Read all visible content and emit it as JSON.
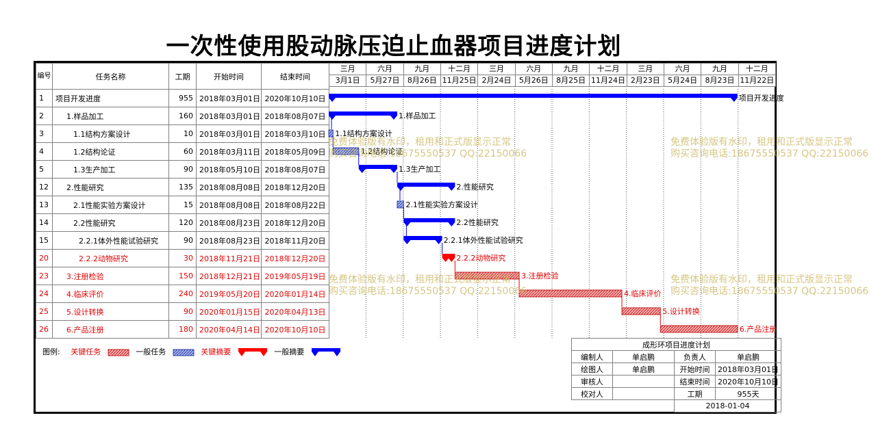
{
  "title": "一次性使用股动脉压迫止血器项目进度计划",
  "columns": [
    "编号",
    "任务名称",
    "工期",
    "开始时间",
    "结束时间"
  ],
  "tasks": [
    {
      "id": "1",
      "name": "项目开发进度",
      "duration": "955",
      "start": "2018年03月01日",
      "end": "2020年10月10日",
      "level": 0,
      "kind": "summary",
      "critical": false
    },
    {
      "id": "2",
      "name": "1.样品加工",
      "duration": "160",
      "start": "2018年03月01日",
      "end": "2018年08月07日",
      "level": 1,
      "kind": "summary",
      "critical": false
    },
    {
      "id": "3",
      "name": "1.1结构方案设计",
      "duration": "10",
      "start": "2018年03月01日",
      "end": "2018年03月10日",
      "level": 2,
      "kind": "task",
      "critical": false
    },
    {
      "id": "4",
      "name": "1.2结构论证",
      "duration": "60",
      "start": "2018年03月11日",
      "end": "2018年05月09日",
      "level": 2,
      "kind": "task",
      "critical": false
    },
    {
      "id": "5",
      "name": "1.3生产加工",
      "duration": "90",
      "start": "2018年05月10日",
      "end": "2018年08月07日",
      "level": 2,
      "kind": "summary",
      "critical": false
    },
    {
      "id": "12",
      "name": "2.性能研究",
      "duration": "135",
      "start": "2018年08月08日",
      "end": "2018年12月20日",
      "level": 1,
      "kind": "summary",
      "critical": false
    },
    {
      "id": "13",
      "name": "2.1性能实验方案设计",
      "duration": "15",
      "start": "2018年08月08日",
      "end": "2018年08月22日",
      "level": 2,
      "kind": "task",
      "critical": false
    },
    {
      "id": "14",
      "name": "2.2性能研究",
      "duration": "120",
      "start": "2018年08月23日",
      "end": "2018年12月20日",
      "level": 2,
      "kind": "summary",
      "critical": false
    },
    {
      "id": "15",
      "name": "2.2.1体外性能试验研究",
      "duration": "90",
      "start": "2018年08月23日",
      "end": "2018年11月20日",
      "level": 3,
      "kind": "summary",
      "critical": false
    },
    {
      "id": "20",
      "name": "2.2.2动物研究",
      "duration": "30",
      "start": "2018年11月21日",
      "end": "2018年12月20日",
      "level": 3,
      "kind": "summary",
      "critical": true
    },
    {
      "id": "23",
      "name": "3.注册检验",
      "duration": "150",
      "start": "2018年12月21日",
      "end": "2019年05月19日",
      "level": 1,
      "kind": "task",
      "critical": true
    },
    {
      "id": "24",
      "name": "4.临床评价",
      "duration": "240",
      "start": "2019年05月20日",
      "end": "2020年01月14日",
      "level": 1,
      "kind": "task",
      "critical": true
    },
    {
      "id": "25",
      "name": "5.设计转换",
      "duration": "90",
      "start": "2020年01月15日",
      "end": "2020年04月13日",
      "level": 1,
      "kind": "task",
      "critical": true
    },
    {
      "id": "26",
      "name": "6.产品注册",
      "duration": "180",
      "start": "2020年04月14日",
      "end": "2020年10月10日",
      "level": 1,
      "kind": "task",
      "critical": true
    }
  ],
  "timeline": {
    "months": [
      "三月",
      "六月",
      "九月",
      "十二月",
      "三月",
      "六月",
      "九月",
      "十二月",
      "三月",
      "六月",
      "九月",
      "十二月"
    ],
    "dates": [
      "3月1日",
      "5月27日",
      "8月26日",
      "11月25日",
      "2月24日",
      "5月26日",
      "8月25日",
      "11月24日",
      "2月23日",
      "5月24日",
      "8月23日",
      "11月22日"
    ]
  },
  "chart_data": {
    "type": "gantt",
    "title": "一次性使用股动脉压迫止血器项目进度计划",
    "bar_labels": [
      "项目开发进度",
      "1.样品加工",
      "1.1结构方案设计",
      "1.2结构论证",
      "1.3生产加工",
      "2.性能研究",
      "2.1性能实验方案设计",
      "2.2性能研究",
      "2.2.1体外性能试验研究",
      "2.2.2动物研究",
      "3.注册检验",
      "4.临床评价",
      "5.设计转换",
      "6.产品注册"
    ]
  },
  "colors": {
    "critical": "#e03030",
    "general_task": "#5060c0",
    "general_summary": "#0000ff",
    "critical_summary": "#ff0000"
  },
  "legend": {
    "label": "图例:",
    "critical_task": "关键任务",
    "general_task": "一般任务",
    "critical_summary": "关键摘要",
    "general_summary": "一般摘要"
  },
  "watermark": {
    "line1": "免费体验版有水印，租用和正式版显示正常",
    "line2": "购买咨询电话:18675550537 QQ:22150066"
  },
  "info": {
    "title": "成形环项目进度计划",
    "editor_label": "编制人",
    "editor": "单启鹏",
    "owner_label": "负责人",
    "owner": "单启鹏",
    "drawer_label": "绘图人",
    "drawer": "单启鹏",
    "start_label": "开始时间",
    "start": "2018年03月01日",
    "reviewer_label": "审核人",
    "reviewer": "",
    "end_label": "结束时间",
    "end": "2020年10月10日",
    "checker_label": "校对人",
    "checker": "",
    "duration_label": "工期",
    "duration": "955天",
    "date": "2018-01-04"
  }
}
